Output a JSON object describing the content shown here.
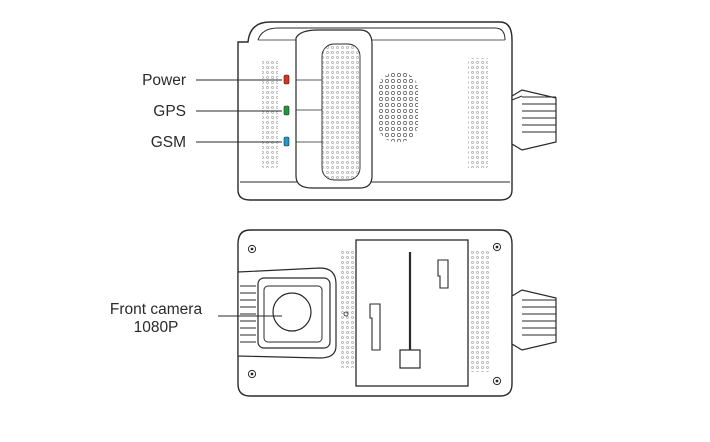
{
  "top_view": {
    "callouts": [
      {
        "label": "Power",
        "indicator": "power-led",
        "color": "#e03020"
      },
      {
        "label": "GPS",
        "indicator": "gps-led",
        "color": "#1e9a3c"
      },
      {
        "label": "GSM",
        "indicator": "gsm-led",
        "color": "#1e9ad0"
      }
    ]
  },
  "bottom_view": {
    "callouts": [
      {
        "label": "Front camera",
        "label_line2": "1080P",
        "indicator": "front-camera-lens"
      }
    ]
  },
  "colors": {
    "outline": "#2a2a2a",
    "vent": "#b8b8b8",
    "led_power": "#e03020",
    "led_gps": "#1e9a3c",
    "led_gsm": "#1e9ad0"
  }
}
